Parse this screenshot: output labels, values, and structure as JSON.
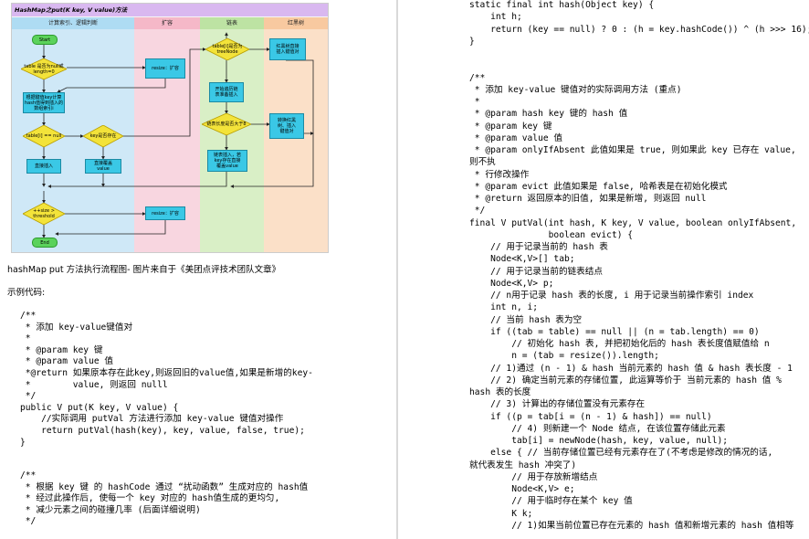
{
  "flowchart": {
    "title": "HashMap之put(K key, V value)方法",
    "lanes": [
      "计算索引、逻辑判断",
      "扩容",
      "链表",
      "红黑树"
    ],
    "nodes": {
      "start": "Start",
      "table_check": "table 是否为null或\nlength=0",
      "resize1": "resize：扩容",
      "index_calc": "根据键值key计算\nhash值得到插入的\n数组索引i",
      "tab_null": "table[i] == null",
      "key_exists": "key是否存在",
      "insert": "直接插入",
      "overwrite": "直接覆盖\nvalue",
      "is_treenode": "table[i]是否为\ntreeNode",
      "tree_insert": "红黑树直接\n插入键值对",
      "list_traverse": "开始遍历链\n表准备插入",
      "len_gt8": "链表长度是否大于8",
      "to_tree": "转换红黑\n树、插入\n键值对",
      "list_insert": "链表插入，若\nkey存在直接\n覆盖value",
      "size_check": "++size >\nthreshold",
      "resize2": "resize：扩容",
      "end": "End"
    }
  },
  "left_text": {
    "caption": "hashMap put 方法执行流程图- 图片来自于《美团点评技术团队文章》",
    "example_label": "示例代码:",
    "code1": [
      "/**",
      " * 添加 key-value键值对",
      " *",
      " * @param key 键",
      " * @param value 值",
      " *@return 如果原本存在此key,则返回旧的value值,如果是新增的key-",
      " *        value, 则返回 nulll",
      " */",
      "public V put(K key, V value) {",
      "    //实际调用 putVal 方法进行添加 key-value 键值对操作",
      "    return putVal(hash(key), key, value, false, true);",
      "}"
    ],
    "code2": [
      "/**",
      " * 根据 key 键 的 hashCode 通过 “扰动函数” 生成对应的 hash值",
      " * 经过此操作后, 使每一个 key 对应的 hash值生成的更均匀,",
      " * 减少元素之间的碰撞几率 (后面详细说明)",
      " */"
    ]
  },
  "right_text": {
    "code": [
      "static final int hash(Object key) {",
      "    int h;",
      "    return (key == null) ? 0 : (h = key.hashCode()) ^ (h >>> 16);",
      "}",
      "",
      "",
      "/**",
      " * 添加 key-value 键值对的实际调用方法 (重点)",
      " *",
      " * @param hash key 键的 hash 值",
      " * @param key 键",
      " * @param value 值",
      " * @param onlyIfAbsent 此值如果是 true, 则如果此 key 已存在 value,",
      "则不执",
      " * 行修改操作",
      " * @param evict 此值如果是 false, 哈希表是在初始化模式",
      " * @return 返回原本的旧值, 如果是新增, 则返回 null",
      " */",
      "final V putVal(int hash, K key, V value, boolean onlyIfAbsent,",
      "               boolean evict) {",
      "    // 用于记录当前的 hash 表",
      "    Node<K,V>[] tab;",
      "    // 用于记录当前的链表结点",
      "    Node<K,V> p;",
      "    // n用于记录 hash 表的长度, i 用于记录当前操作索引 index",
      "    int n, i;",
      "    // 当前 hash 表为空",
      "    if ((tab = table) == null || (n = tab.length) == 0)",
      "        // 初始化 hash 表, 并把初始化后的 hash 表长度值赋值给 n",
      "        n = (tab = resize()).length;",
      "    // 1)通过 (n - 1) & hash 当前元素的 hash 值 & hash 表长度 - 1",
      "    // 2) 确定当前元素的存储位置, 此运算等价于 当前元素的 hash 值 %",
      "hash 表的长度",
      "    // 3) 计算出的存储位置没有元素存在",
      "    if ((p = tab[i = (n - 1) & hash]) == null)",
      "        // 4) 则新建一个 Node 结点, 在该位置存储此元素",
      "        tab[i] = newNode(hash, key, value, null);",
      "    else { // 当前存储位置已经有元素存在了(不考虑是修改的情况的话,",
      "就代表发生 hash 冲突了)",
      "        // 用于存放新增结点",
      "        Node<K,V> e;",
      "        // 用于临时存在某个 key 值",
      "        K k;",
      "        // 1)如果当前位置已存在元素的 hash 值和新增元素的 hash 值相等"
    ]
  },
  "colors": {
    "lane1": "#cfe8f7",
    "lane2": "#f8d6e0",
    "lane3": "#d9efc6",
    "lane4": "#fbe0c8",
    "box": "#3ac8e6",
    "diamond": "#f3e33a",
    "terminal": "#5bd25b"
  }
}
